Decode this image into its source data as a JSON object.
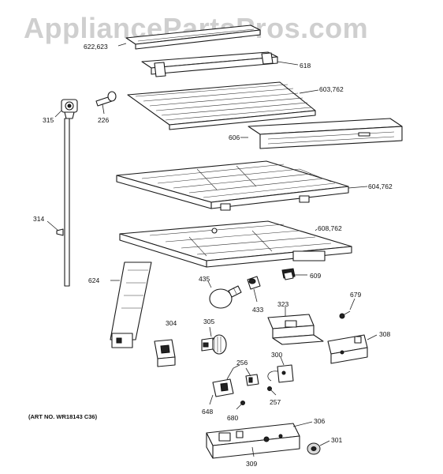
{
  "watermark": "AppliancePartsPros.com",
  "art_note": "(ART NO. WR18143 C36)",
  "callouts": {
    "c622": "622,623",
    "c618": "618",
    "c603": "603,762",
    "c315": "315",
    "c226": "226",
    "c606": "606",
    "c604": "604,762",
    "c314": "314",
    "c608": "608,762",
    "c624": "624",
    "c435": "435",
    "c609": "609",
    "c433": "433",
    "c323": "323",
    "c679": "679",
    "c304": "304",
    "c305": "305",
    "c308": "308",
    "c256": "256",
    "c300": "300",
    "c648": "648",
    "c257": "257",
    "c680": "680",
    "c306": "306",
    "c301": "301",
    "c309": "309"
  }
}
